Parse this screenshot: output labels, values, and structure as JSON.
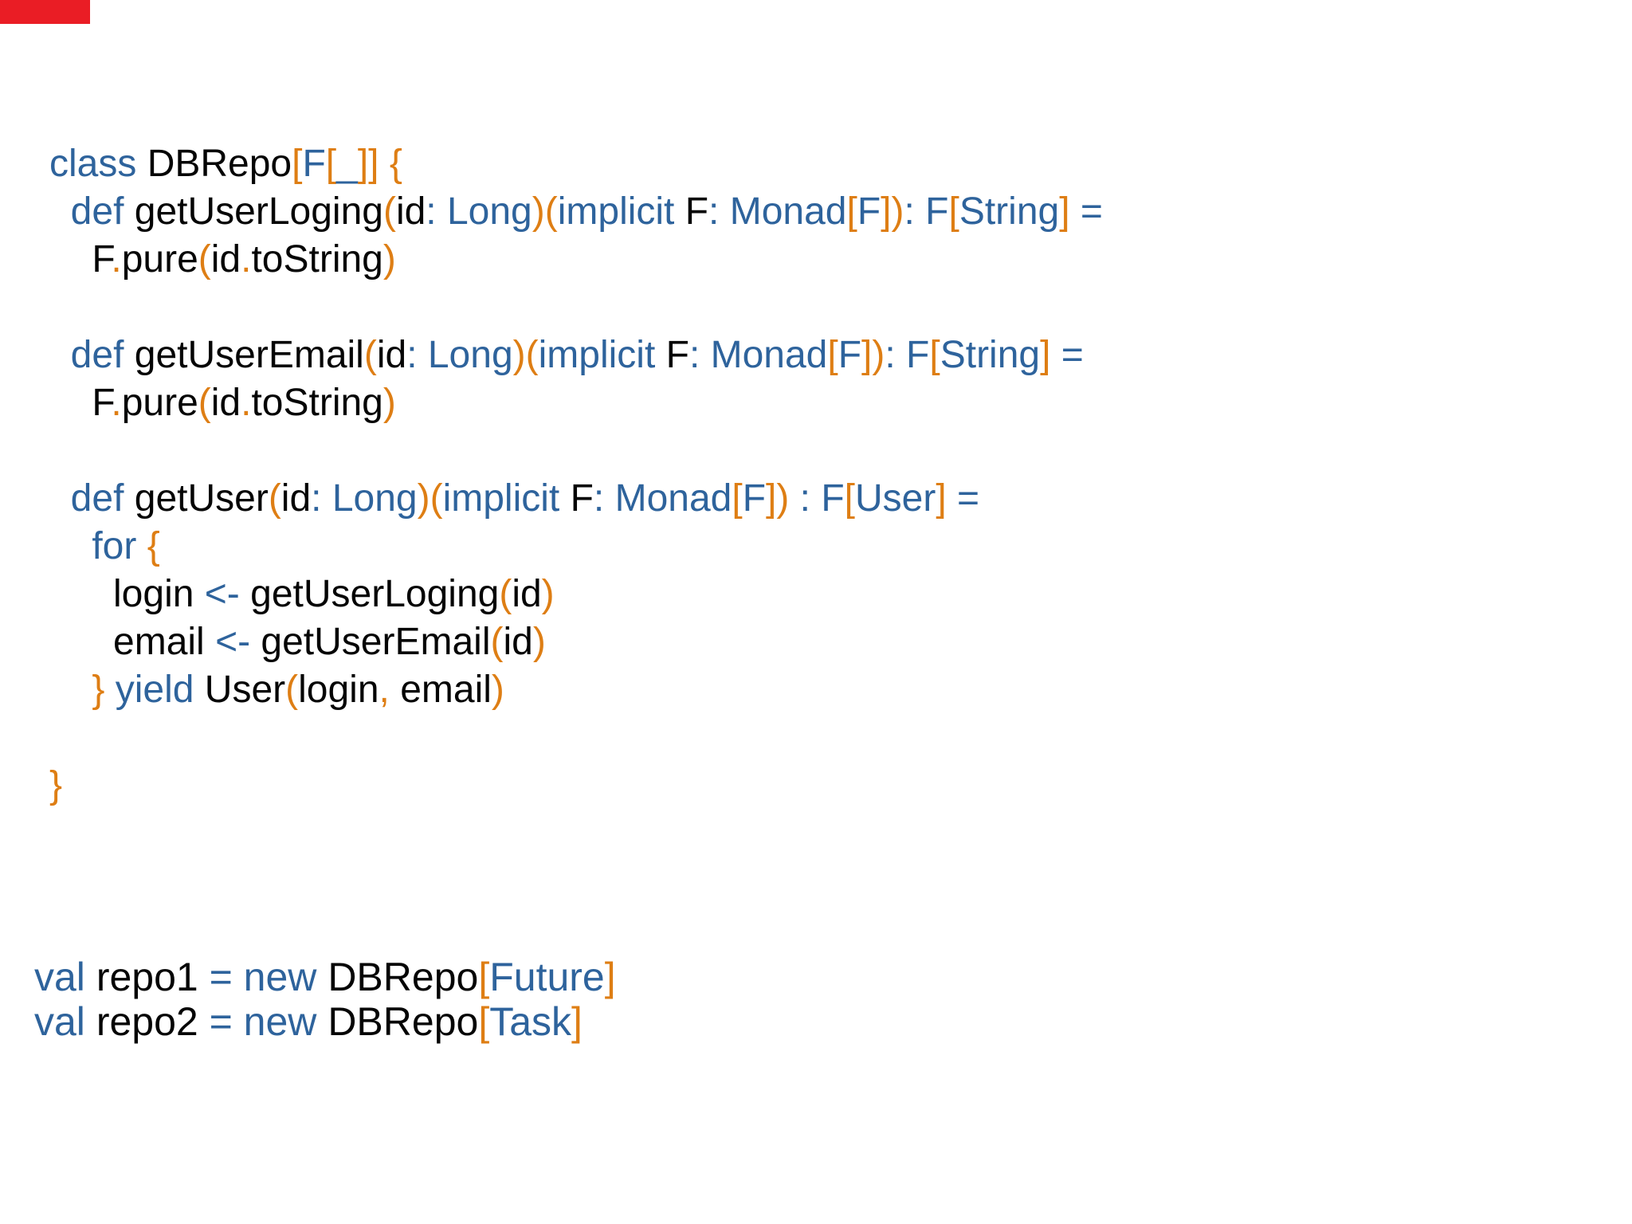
{
  "page": {
    "background": "#ffffff"
  },
  "colors": {
    "keyword": "#2e639c",
    "plain": "#050505",
    "punct": "#de7e14",
    "accent_red": "#ea1d25"
  },
  "code": {
    "language": "scala",
    "lines": [
      [
        {
          "t": "class",
          "c": "k"
        },
        {
          "t": " DBRepo",
          "c": "p"
        },
        {
          "t": "[",
          "c": "o"
        },
        {
          "t": "F",
          "c": "k"
        },
        {
          "t": "[",
          "c": "o"
        },
        {
          "t": "_",
          "c": "k"
        },
        {
          "t": "]]",
          "c": "o"
        },
        {
          "t": " ",
          "c": "p"
        },
        {
          "t": "{",
          "c": "o"
        }
      ],
      [
        {
          "t": "  ",
          "c": "p"
        },
        {
          "t": "def",
          "c": "k"
        },
        {
          "t": " getUserLoging",
          "c": "p"
        },
        {
          "t": "(",
          "c": "o"
        },
        {
          "t": "id",
          "c": "p"
        },
        {
          "t": ": Long",
          "c": "k"
        },
        {
          "t": ")(",
          "c": "o"
        },
        {
          "t": "implicit",
          "c": "k"
        },
        {
          "t": " F",
          "c": "p"
        },
        {
          "t": ": Monad",
          "c": "k"
        },
        {
          "t": "[",
          "c": "o"
        },
        {
          "t": "F",
          "c": "k"
        },
        {
          "t": "])",
          "c": "o"
        },
        {
          "t": ": F",
          "c": "k"
        },
        {
          "t": "[",
          "c": "o"
        },
        {
          "t": "String",
          "c": "k"
        },
        {
          "t": "]",
          "c": "o"
        },
        {
          "t": " ",
          "c": "p"
        },
        {
          "t": "=",
          "c": "k"
        }
      ],
      [
        {
          "t": "    F",
          "c": "p"
        },
        {
          "t": ".",
          "c": "o"
        },
        {
          "t": "pure",
          "c": "p"
        },
        {
          "t": "(",
          "c": "o"
        },
        {
          "t": "id",
          "c": "p"
        },
        {
          "t": ".",
          "c": "o"
        },
        {
          "t": "toString",
          "c": "p"
        },
        {
          "t": ")",
          "c": "o"
        }
      ],
      [],
      [
        {
          "t": "  ",
          "c": "p"
        },
        {
          "t": "def",
          "c": "k"
        },
        {
          "t": " getUserEmail",
          "c": "p"
        },
        {
          "t": "(",
          "c": "o"
        },
        {
          "t": "id",
          "c": "p"
        },
        {
          "t": ": Long",
          "c": "k"
        },
        {
          "t": ")(",
          "c": "o"
        },
        {
          "t": "implicit",
          "c": "k"
        },
        {
          "t": " F",
          "c": "p"
        },
        {
          "t": ": Monad",
          "c": "k"
        },
        {
          "t": "[",
          "c": "o"
        },
        {
          "t": "F",
          "c": "k"
        },
        {
          "t": "])",
          "c": "o"
        },
        {
          "t": ": F",
          "c": "k"
        },
        {
          "t": "[",
          "c": "o"
        },
        {
          "t": "String",
          "c": "k"
        },
        {
          "t": "]",
          "c": "o"
        },
        {
          "t": " ",
          "c": "p"
        },
        {
          "t": "=",
          "c": "k"
        }
      ],
      [
        {
          "t": "    F",
          "c": "p"
        },
        {
          "t": ".",
          "c": "o"
        },
        {
          "t": "pure",
          "c": "p"
        },
        {
          "t": "(",
          "c": "o"
        },
        {
          "t": "id",
          "c": "p"
        },
        {
          "t": ".",
          "c": "o"
        },
        {
          "t": "toString",
          "c": "p"
        },
        {
          "t": ")",
          "c": "o"
        }
      ],
      [],
      [
        {
          "t": "  ",
          "c": "p"
        },
        {
          "t": "def",
          "c": "k"
        },
        {
          "t": " getUser",
          "c": "p"
        },
        {
          "t": "(",
          "c": "o"
        },
        {
          "t": "id",
          "c": "p"
        },
        {
          "t": ": Long",
          "c": "k"
        },
        {
          "t": ")(",
          "c": "o"
        },
        {
          "t": "implicit",
          "c": "k"
        },
        {
          "t": " F",
          "c": "p"
        },
        {
          "t": ": Monad",
          "c": "k"
        },
        {
          "t": "[",
          "c": "o"
        },
        {
          "t": "F",
          "c": "k"
        },
        {
          "t": "])",
          "c": "o"
        },
        {
          "t": " : F",
          "c": "k"
        },
        {
          "t": "[",
          "c": "o"
        },
        {
          "t": "User",
          "c": "k"
        },
        {
          "t": "]",
          "c": "o"
        },
        {
          "t": " ",
          "c": "p"
        },
        {
          "t": "=",
          "c": "k"
        }
      ],
      [
        {
          "t": "    ",
          "c": "p"
        },
        {
          "t": "for",
          "c": "k"
        },
        {
          "t": " ",
          "c": "p"
        },
        {
          "t": "{",
          "c": "o"
        }
      ],
      [
        {
          "t": "      login ",
          "c": "p"
        },
        {
          "t": "<-",
          "c": "k"
        },
        {
          "t": " getUserLoging",
          "c": "p"
        },
        {
          "t": "(",
          "c": "o"
        },
        {
          "t": "id",
          "c": "p"
        },
        {
          "t": ")",
          "c": "o"
        }
      ],
      [
        {
          "t": "      email ",
          "c": "p"
        },
        {
          "t": "<-",
          "c": "k"
        },
        {
          "t": " getUserEmail",
          "c": "p"
        },
        {
          "t": "(",
          "c": "o"
        },
        {
          "t": "id",
          "c": "p"
        },
        {
          "t": ")",
          "c": "o"
        }
      ],
      [
        {
          "t": "    ",
          "c": "p"
        },
        {
          "t": "}",
          "c": "o"
        },
        {
          "t": " ",
          "c": "p"
        },
        {
          "t": "yield",
          "c": "k"
        },
        {
          "t": " User",
          "c": "p"
        },
        {
          "t": "(",
          "c": "o"
        },
        {
          "t": "login",
          "c": "p"
        },
        {
          "t": ",",
          "c": "o"
        },
        {
          "t": " email",
          "c": "p"
        },
        {
          "t": ")",
          "c": "o"
        }
      ],
      [],
      [
        {
          "t": "}",
          "c": "o"
        }
      ]
    ]
  },
  "vals": {
    "lines": [
      [
        {
          "t": "val",
          "c": "k"
        },
        {
          "t": " repo1 ",
          "c": "p"
        },
        {
          "t": "= new",
          "c": "k"
        },
        {
          "t": " DBRepo",
          "c": "p"
        },
        {
          "t": "[",
          "c": "o"
        },
        {
          "t": "Future",
          "c": "k"
        },
        {
          "t": "]",
          "c": "o"
        }
      ],
      [
        {
          "t": "val",
          "c": "k"
        },
        {
          "t": " repo2 ",
          "c": "p"
        },
        {
          "t": "= new",
          "c": "k"
        },
        {
          "t": " DBRepo",
          "c": "p"
        },
        {
          "t": "[",
          "c": "o"
        },
        {
          "t": "Task",
          "c": "k"
        },
        {
          "t": "]",
          "c": "o"
        }
      ]
    ]
  }
}
